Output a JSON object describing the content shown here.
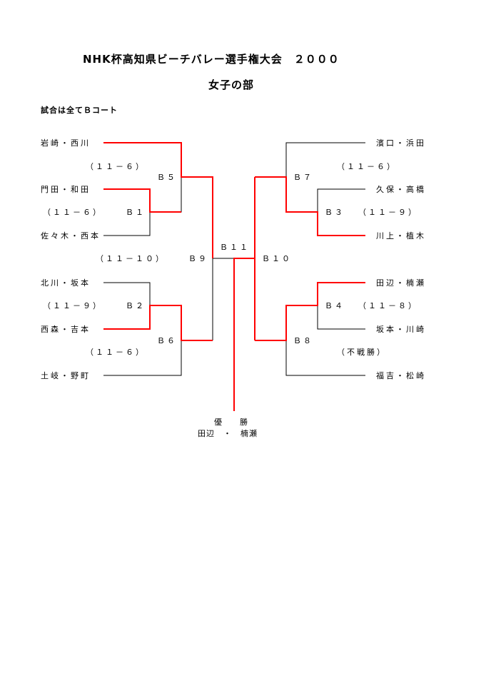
{
  "header": {
    "title": "NHK杯高知県ビーチバレー選手権大会　２０００",
    "subtitle": "女子の部",
    "note": "試合は全てＢコート"
  },
  "left": {
    "teams": [
      "岩崎・西川",
      "門田・和田",
      "佐々木・西本",
      "北川・坂本",
      "西森・吉本",
      "土岐・野町"
    ],
    "matches": {
      "b1": "Ｂ１",
      "b2": "Ｂ２",
      "b5": "Ｂ５",
      "b6": "Ｂ６",
      "b9": "Ｂ９"
    },
    "scores": {
      "b5": "（１１－６）",
      "b1": "（１１－６）",
      "b9": "（１１－１０）",
      "b2": "（１１－９）",
      "b6": "（１１－６）"
    }
  },
  "right": {
    "teams": [
      "濱口・浜田",
      "久保・高橋",
      "川上・植木",
      "田辺・楠瀬",
      "坂本・川崎",
      "福吉・松崎"
    ],
    "matches": {
      "b3": "Ｂ３",
      "b4": "Ｂ４",
      "b7": "Ｂ７",
      "b8": "Ｂ８",
      "b10": "Ｂ１０"
    },
    "scores": {
      "b7": "（１１－６）",
      "b3": "（１１－９）",
      "b4": "（１１－８）",
      "b8": "（不戦勝）"
    }
  },
  "final": {
    "match": "Ｂ１１",
    "champion_label": "優　　勝",
    "champion": "田辺　・　楠瀬"
  },
  "colors": {
    "winner": "#ff0000",
    "line": "#000000"
  }
}
